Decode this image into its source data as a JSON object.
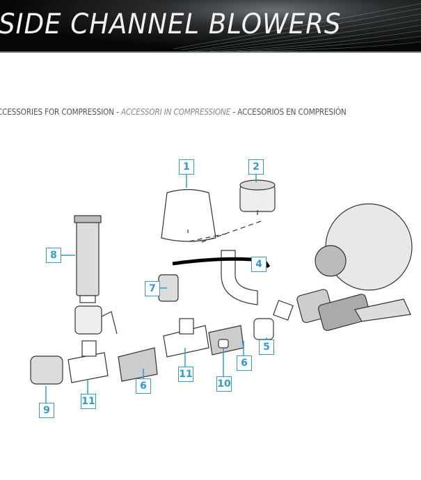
{
  "header": {
    "title": "SIDE CHANNEL BLOWERS"
  },
  "subtitle": {
    "en": "CCESSORIES FOR COMPRESSION",
    "sep1": " - ",
    "it": "ACCESSORI IN COMPRESSIONE",
    "sep2": " - ",
    "es": "ACCESORIOS EN COMPRESIÓN"
  },
  "callouts": [
    "1",
    "2",
    "8",
    "7",
    "4",
    "5",
    "6",
    "6",
    "11",
    "11",
    "10",
    "9"
  ],
  "colors": {
    "accent": "#2f9bd4"
  }
}
